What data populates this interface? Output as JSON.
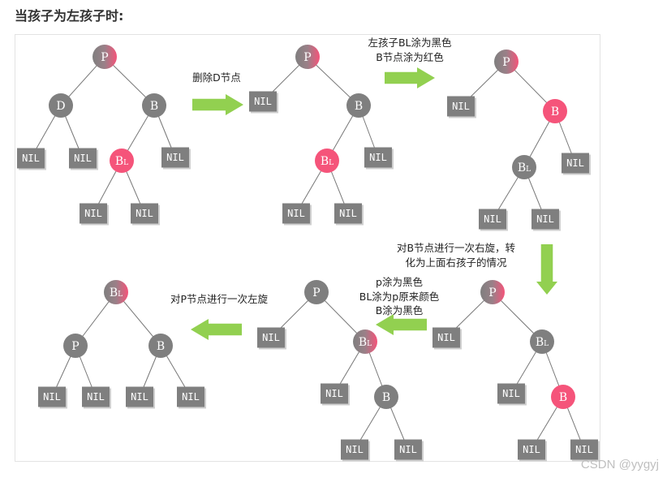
{
  "heading": "当孩子为左孩子时:",
  "watermark": "CSDN @yygyj",
  "colors": {
    "black_node": "#7f7f7f",
    "red_node": "#f5547a",
    "nil_box": "#7f7f7f",
    "edge": "#777777",
    "arrow": "#92d050"
  },
  "labels": {
    "P": "P",
    "B": "B",
    "D": "D",
    "BL_main": "B",
    "BL_sub": "L",
    "NIL": "NIL"
  },
  "annotations": {
    "step1": "删除D节点",
    "step2": [
      "左孩子BL涂为黑色",
      "B节点涂为红色"
    ],
    "step3": [
      "对B节点进行一次右旋，转",
      "化为上面右孩子的情况"
    ],
    "step4": [
      "p涂为黑色",
      "BL涂为p原来颜色",
      "B涂为黑色"
    ],
    "step5": "对P节点进行一次左旋"
  },
  "trees": [
    {
      "id": "tree1",
      "nodes": [
        {
          "id": "P",
          "label": "P",
          "color": "split"
        },
        {
          "id": "D",
          "label": "D",
          "color": "black"
        },
        {
          "id": "B",
          "label": "B",
          "color": "black"
        },
        {
          "id": "BL",
          "label": "BL",
          "color": "red"
        }
      ]
    },
    {
      "id": "tree2",
      "nodes": [
        {
          "id": "P",
          "label": "P",
          "color": "split"
        },
        {
          "id": "B",
          "label": "B",
          "color": "black"
        },
        {
          "id": "BL",
          "label": "BL",
          "color": "red"
        }
      ]
    },
    {
      "id": "tree3",
      "nodes": [
        {
          "id": "P",
          "label": "P",
          "color": "split"
        },
        {
          "id": "B",
          "label": "B",
          "color": "red"
        },
        {
          "id": "BL",
          "label": "BL",
          "color": "black"
        }
      ]
    },
    {
      "id": "tree4",
      "nodes": [
        {
          "id": "P",
          "label": "P",
          "color": "split"
        },
        {
          "id": "BL",
          "label": "BL",
          "color": "black"
        },
        {
          "id": "B",
          "label": "B",
          "color": "red"
        }
      ]
    },
    {
      "id": "tree5",
      "nodes": [
        {
          "id": "P",
          "label": "P",
          "color": "black"
        },
        {
          "id": "BL",
          "label": "BL",
          "color": "split"
        },
        {
          "id": "B",
          "label": "B",
          "color": "black"
        }
      ]
    },
    {
      "id": "tree6",
      "nodes": [
        {
          "id": "BL",
          "label": "BL",
          "color": "split"
        },
        {
          "id": "P",
          "label": "P",
          "color": "black"
        },
        {
          "id": "B",
          "label": "B",
          "color": "black"
        }
      ]
    }
  ]
}
